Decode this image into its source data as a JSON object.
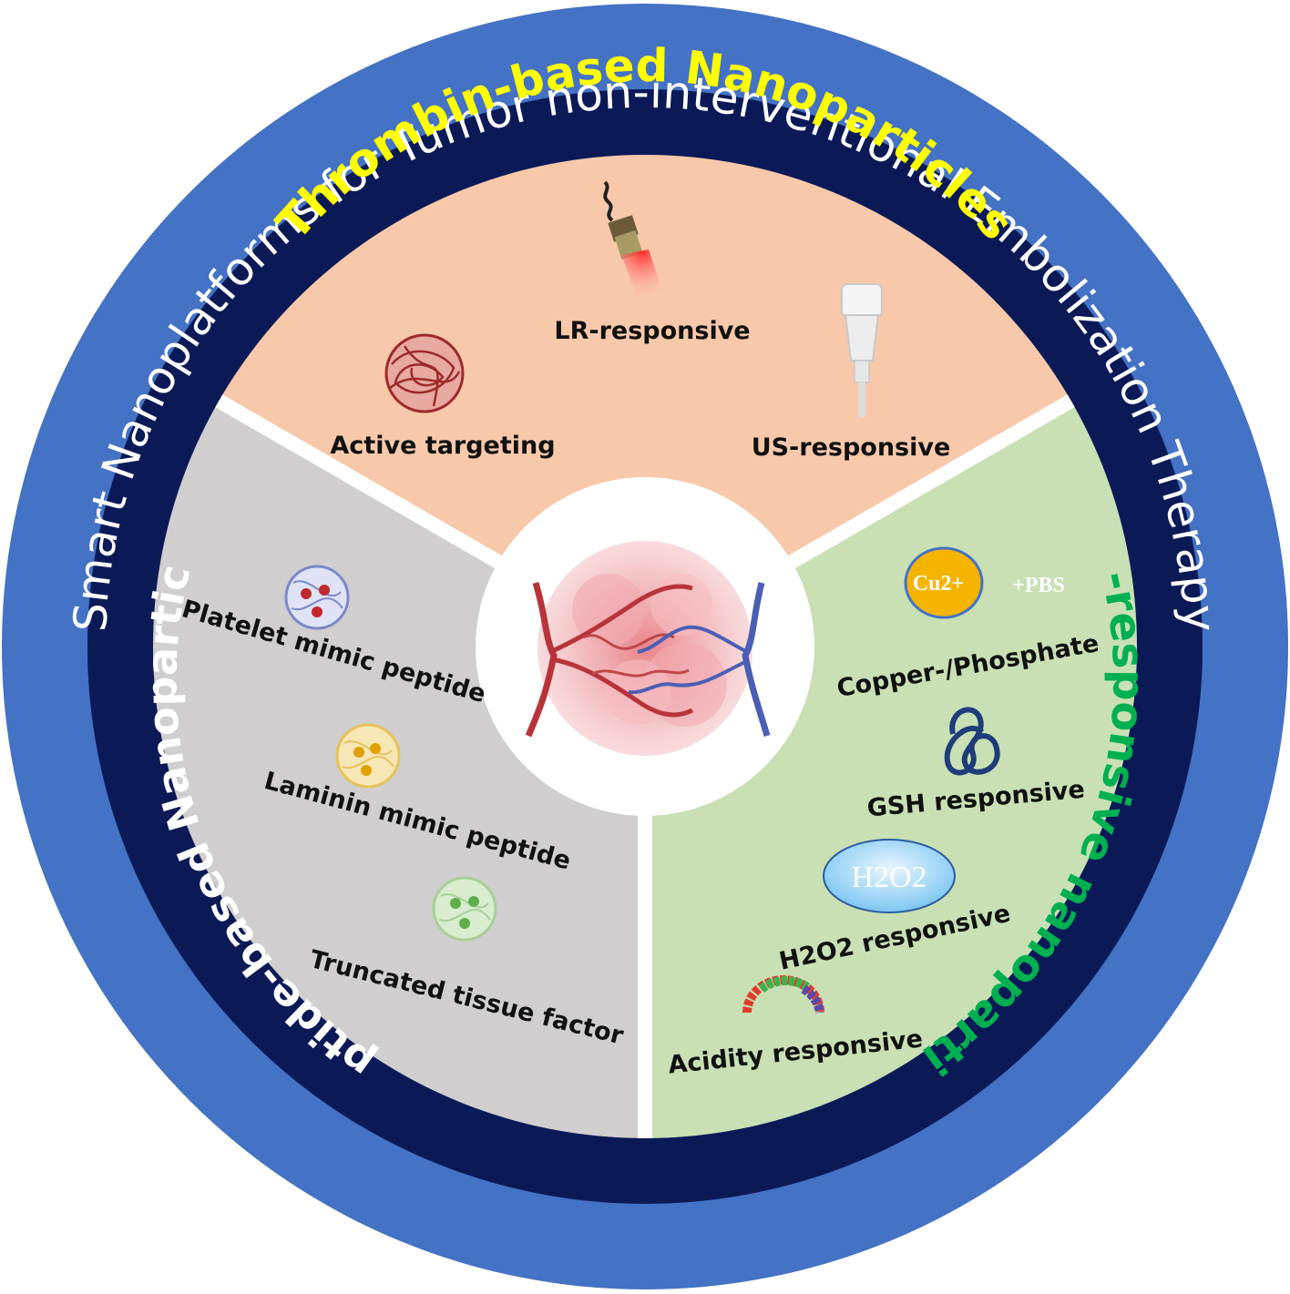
{
  "outer_title": "Smart Nanoplatforms for Tumor non-interventional Embolization Therapy",
  "sections": {
    "thrombin": {
      "title": "Thrombin-based Nanoparticles",
      "items": [
        "LR-responsive",
        "Active targeting",
        "US-responsive"
      ]
    },
    "tme": {
      "title": "TME-responsive nanoparticles",
      "items": [
        "Copper-/Phosphate",
        "GSH responsive",
        "H2O2 responsive",
        "Acidity responsive"
      ],
      "cu_badge": "Cu2+",
      "pbs_label": "+PBS",
      "h2o2_badge": "H2O2"
    },
    "peptide": {
      "title": "Peptide-based Nanoparticles",
      "items": [
        "Platelet mimic peptide",
        "Laminin mimic peptide",
        "Truncated tissue factor"
      ]
    }
  },
  "colors": {
    "outer_ring": "#4472c4",
    "inner_ring": "#0b1a57",
    "thrombin_bg": "#f7c9aa",
    "tme_bg": "#c8e0b4",
    "peptide_bg": "#d0cece",
    "thrombin_title": "#ffff00",
    "tme_title": "#00b050",
    "peptide_title": "#ffffff"
  },
  "icons": [
    "laser-probe-icon",
    "ultrasound-probe-icon",
    "yarn-ball-icon",
    "tumor-vessel-icon",
    "platelet-nanoparticle-icon",
    "laminin-nanoparticle-icon",
    "tissue-factor-nanoparticle-icon",
    "copper-ion-icon",
    "gsh-strand-icon",
    "h2o2-bubble-icon",
    "ph-gauge-icon"
  ]
}
